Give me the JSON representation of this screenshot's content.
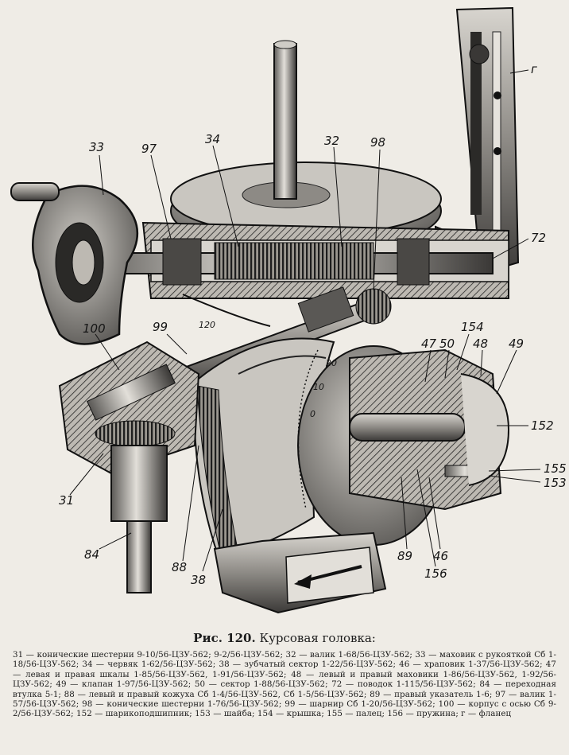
{
  "figure": {
    "labels": {
      "l33": "33",
      "l97": "97",
      "l34": "34",
      "l32": "32",
      "l98": "98",
      "lg": "г",
      "l72": "72",
      "l120": "120",
      "l100": "100",
      "l99": "99",
      "l154": "154",
      "l47": "47",
      "l50": "50",
      "l48": "48",
      "l49": "49",
      "l152": "152",
      "l155": "155",
      "l153": "153",
      "l31": "31",
      "l84": "84",
      "l88": "88",
      "l38": "38",
      "l89": "89",
      "l46": "46",
      "l156": "156"
    },
    "dial": {
      "d0": "0",
      "d10": "10",
      "d20": "20"
    }
  },
  "caption": {
    "number": "Рис. 120.",
    "title": "Курсовая головка:",
    "text": "31 — конические шестерни 9-10/56-ЦЗУ-562; 9-2/56-ЦЗУ-562; 32 — валик 1-68/56-ЦЗУ-562; 33 — маховик с рукояткой Сб 1-18/56-ЦЗУ-562; 34 — червяк 1-62/56-ЦЗУ-562; 38 — зубчатый сектор 1-22/56-ЦЗУ-562; 46 — храповик 1-37/56-ЦЗУ-562; 47 — левая и правая шкалы 1-85/56-ЦЗУ-562, 1-91/56-ЦЗУ-562; 48 — левый и правый маховики 1-86/56-ЦЗУ-562, 1-92/56-ЦЗУ-562; 49 — клапан 1-97/56-ЦЗУ-562; 50 — сектор 1-88/56-ЦЗУ-562; 72 — поводок 1-115/56-ЦЗУ-562; 84 — переходная втулка 5-1; 88 — левый и правый кожуха Сб 1-4/56-ЦЗУ-562, Сб 1-5/56-ЦЗУ-562; 89 — правый указатель 1-6; 97 — валик 1-57/56-ЦЗУ-562; 98 — конические шестерни 1-76/56-ЦЗУ-562; 99 — шарнир Сб 1-20/56-ЦЗУ-562; 100 — корпус с осью Сб 9-2/56-ЦЗУ-562; 152 — шарикоподшипник; 153 — шайба; 154 — крышка; 155 — палец; 156 — пружина; г — фланец"
  }
}
